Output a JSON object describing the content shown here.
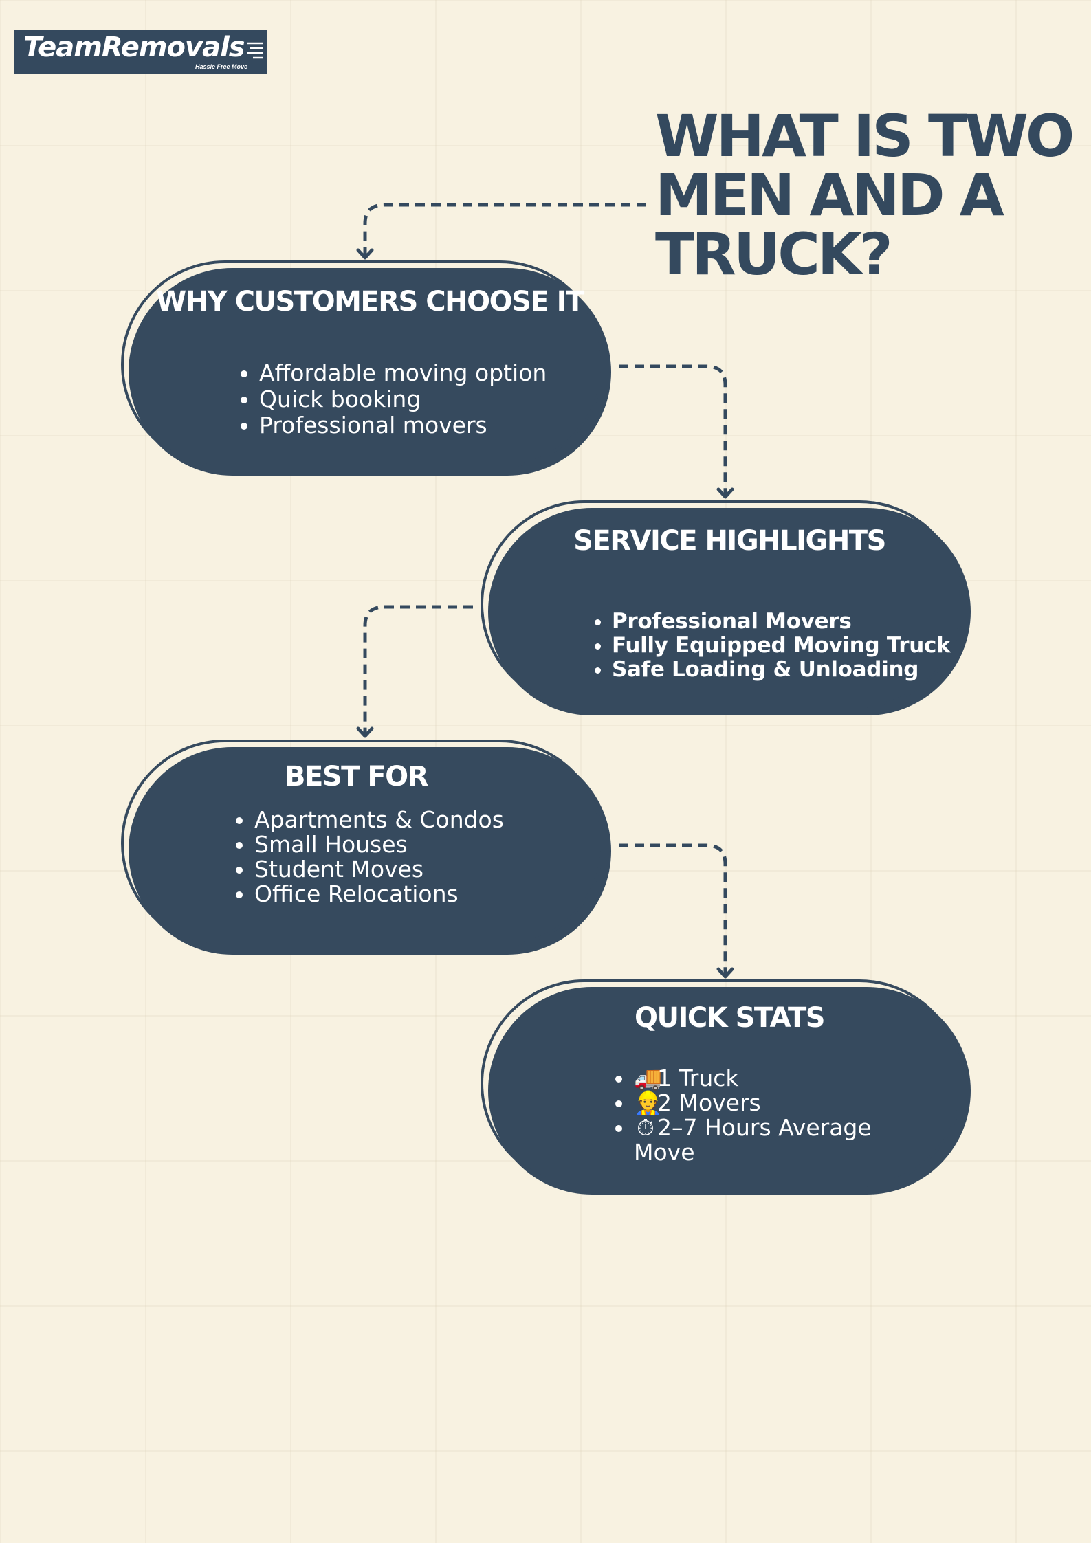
{
  "brand": {
    "name": "TeamRemovals",
    "tagline": "Hassle Free Move"
  },
  "title": "WHAT IS TWO MEN AND A TRUCK?",
  "colors": {
    "background": "#f8f2e1",
    "box": "#364a5e",
    "text_dark": "#34495e",
    "text_light": "#ffffff"
  },
  "sections": {
    "why": {
      "title": "WHY CUSTOMERS CHOOSE IT",
      "items": [
        "Affordable moving option",
        "Quick booking",
        "Professional movers"
      ]
    },
    "service": {
      "title": "SERVICE HIGHLIGHTS",
      "items": [
        "Professional Movers",
        "Fully Equipped Moving Truck",
        "Safe Loading & Unloading"
      ]
    },
    "best": {
      "title": "BEST FOR",
      "items": [
        "Apartments & Condos",
        "Small Houses",
        "Student Moves",
        "Office Relocations"
      ]
    },
    "stats": {
      "title": "QUICK STATS",
      "items": [
        {
          "icon": "truck-icon",
          "glyph": "🚚",
          "text": "1 Truck"
        },
        {
          "icon": "mover-icon",
          "glyph": "👷",
          "text": "2 Movers"
        },
        {
          "icon": "stopwatch-icon",
          "glyph": "⏱",
          "text": "2–7 Hours Average Move"
        }
      ]
    }
  }
}
